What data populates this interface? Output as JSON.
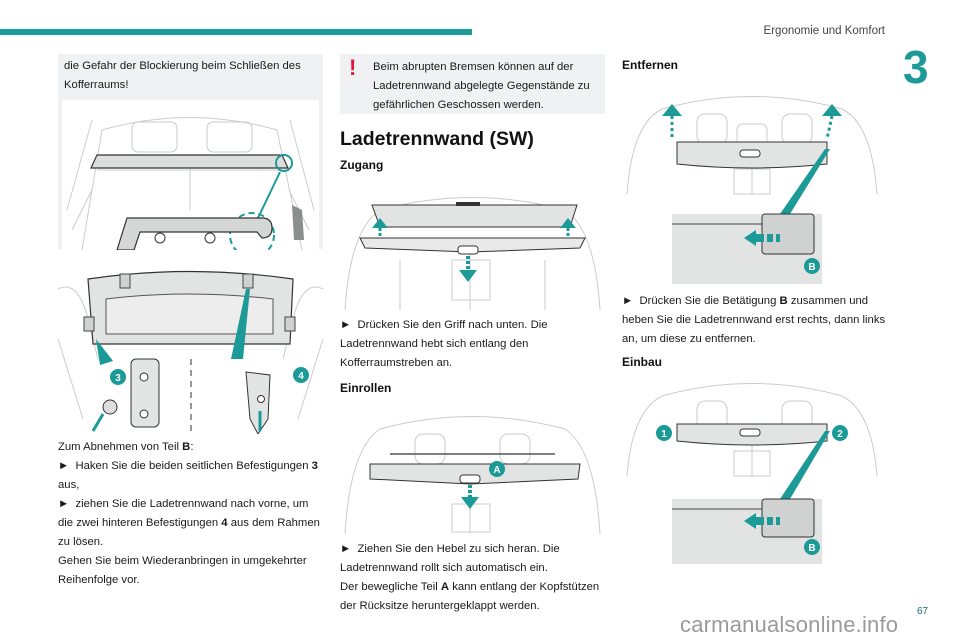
{
  "header": {
    "section_title": "Ergonomie und Komfort",
    "chapter_number": "3",
    "accent_color": "#1c9a98",
    "warning_color": "#e5173f"
  },
  "col1": {
    "note_text": "die Gefahr der Blockierung beim Schließen des Kofferraums!",
    "figure1": {
      "description": "Kofferraum mit Ladetrennwand und Haken-Detail"
    },
    "figure2": {
      "description": "Laderaumabdeckung mit Befestigungen",
      "callouts": [
        "3",
        "4"
      ]
    },
    "instructions": [
      {
        "type": "plain",
        "parts": [
          "Zum Abnehmen von Teil ",
          "B",
          ":"
        ]
      },
      {
        "type": "bullet",
        "parts": [
          "Haken Sie die beiden seitlichen Befestigungen ",
          "3",
          " aus,"
        ]
      },
      {
        "type": "bullet",
        "parts": [
          "ziehen Sie die Ladetrennwand nach vorne, um die zwei hinteren Befestigungen ",
          "4",
          " aus dem Rahmen zu lösen."
        ]
      },
      {
        "type": "plain",
        "parts": [
          "Gehen Sie beim Wiederanbringen in umgekehrter Reihenfolge vor."
        ]
      }
    ]
  },
  "col2": {
    "warning_icon": "exclamation-icon",
    "warning_text": "Beim abrupten Bremsen können auf der Ladetrennwand abgelegte Gegenstände zu gefährlichen Geschossen werden.",
    "heading": "Ladetrennwand (SW)",
    "zugang": {
      "title": "Zugang",
      "text": "Drücken Sie den Griff nach unten. Die Ladetrennwand hebt sich entlang den Kofferraumstreben an."
    },
    "einrollen": {
      "title": "Einrollen",
      "callout": "A",
      "bullet_text": "Ziehen Sie den Hebel zu sich heran. Die Ladetrennwand rollt sich automatisch ein.",
      "text_parts": [
        "Der bewegliche Teil ",
        "A",
        " kann entlang der Kopfstützen der Rücksitze heruntergeklappt werden."
      ]
    }
  },
  "col3": {
    "entfernen": {
      "title": "Entfernen",
      "callout": "B",
      "text_parts": [
        "Drücken Sie die Betätigung ",
        "B",
        " zusammen und heben Sie die Ladetrennwand erst rechts, dann links an, um diese zu entfernen."
      ]
    },
    "einbau": {
      "title": "Einbau",
      "callouts": [
        "1",
        "2",
        "B"
      ]
    }
  },
  "footer": {
    "page_number": "67",
    "watermark": "carmanualsonline.info"
  }
}
